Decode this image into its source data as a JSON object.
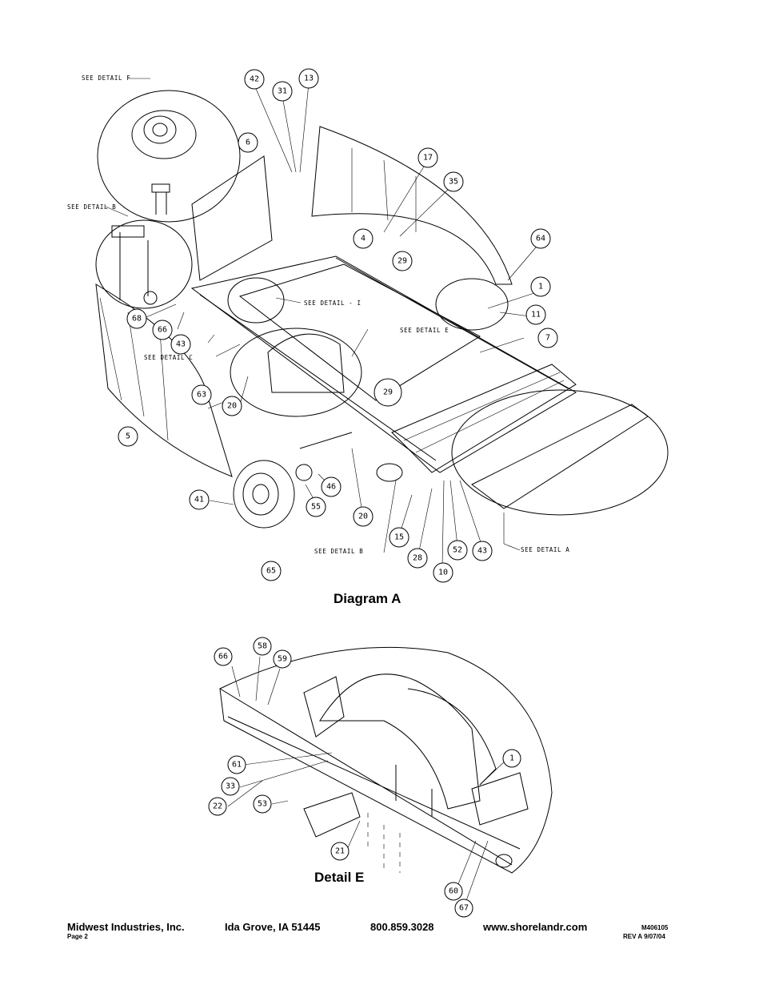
{
  "diagram_a": {
    "caption": "Diagram A",
    "notes": [
      "SEE DETAIL F",
      "SEE DETAIL B",
      "SEE DETAIL C",
      "SEE DETAIL - I",
      "SEE DETAIL E",
      "SEE DETAIL A",
      "SEE DETAIL B"
    ],
    "callouts": [
      "42",
      "31",
      "13",
      "6",
      "17",
      "35",
      "4",
      "64",
      "29",
      "1",
      "11",
      "68",
      "66",
      "43",
      "7",
      "63",
      "5",
      "20",
      "29",
      "41",
      "46",
      "55",
      "20",
      "15",
      "28",
      "52",
      "43",
      "10",
      "65"
    ]
  },
  "detail_e": {
    "caption": "Detail E",
    "callouts": [
      "66",
      "58",
      "59",
      "1",
      "61",
      "33",
      "22",
      "53",
      "21",
      "60",
      "67"
    ]
  },
  "footer": {
    "company": "Midwest Industries, Inc.",
    "city": "Ida Grove, IA  51445",
    "phone": "800.859.3028",
    "website": "www.shorelandr.com",
    "doc_number": "M406105",
    "page": "Page 2",
    "revision": "REV A  9/07/04"
  }
}
